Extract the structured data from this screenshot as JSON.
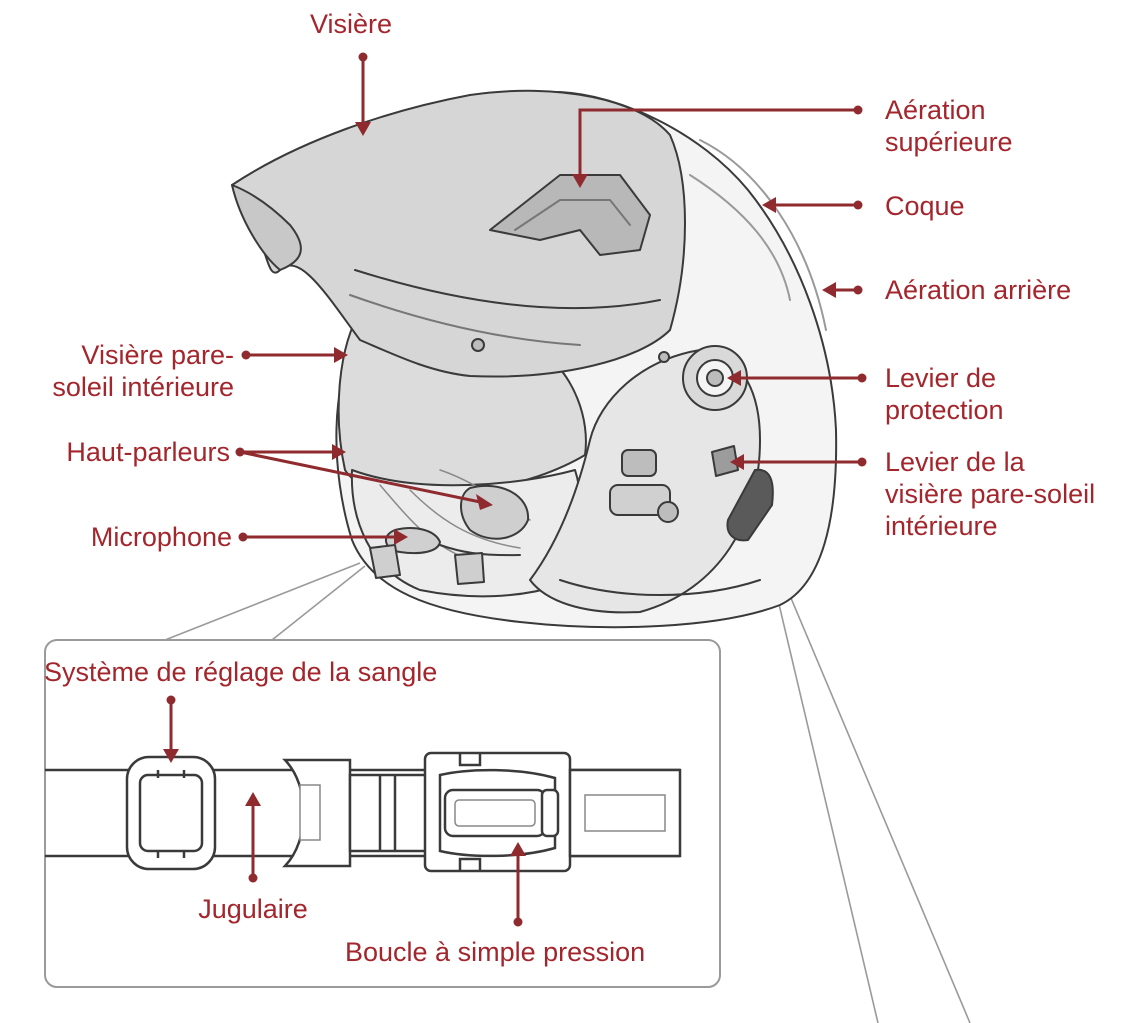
{
  "colors": {
    "label": "#a3262d",
    "line": "#8f2a2e",
    "outline": "#3a3a3a",
    "shell": "#f4f4f4",
    "visor": "#d6d6d6",
    "leader": "#9a9a9a"
  },
  "labels": {
    "visor": "Visière",
    "top_vent": [
      "Aération",
      "supérieure"
    ],
    "shell": "Coque",
    "rear_vent": "Aération arrière",
    "inner_sun_visor": [
      "Visière pare-",
      "soleil intérieure"
    ],
    "protection_lever": [
      "Levier de",
      "protection"
    ],
    "speakers": "Haut-parleurs",
    "sun_visor_lever": [
      "Levier de la",
      "visière pare-soleil",
      "intérieure"
    ],
    "microphone": "Microphone",
    "strap_adjust": "Système de réglage de la sangle",
    "chin_strap": "Jugulaire",
    "buckle": "Boucle à simple pression"
  }
}
